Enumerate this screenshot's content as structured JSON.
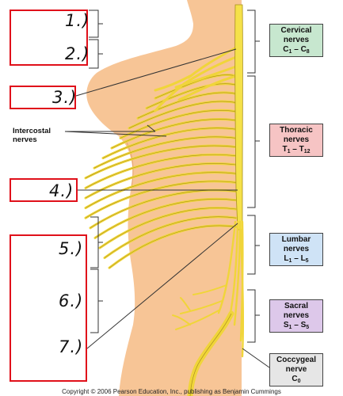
{
  "answer_boxes": [
    {
      "label": "1.)"
    },
    {
      "label": "2.)"
    },
    {
      "label": "3.)"
    },
    {
      "label": "4.)"
    },
    {
      "label": "5.)"
    },
    {
      "label": "6.)"
    },
    {
      "label": "7.)"
    }
  ],
  "intercostal_label": {
    "line1": "Intercostal",
    "line2": "nerves"
  },
  "regions": {
    "cervical": {
      "name": "Cervical",
      "word": "nerves",
      "range_start": "C",
      "sub_start": "1",
      "dash": " – ",
      "range_end": "C",
      "sub_end": "8",
      "color": "#c7e7cf"
    },
    "thoracic": {
      "name": "Thoracic",
      "word": "nerves",
      "range_start": "T",
      "sub_start": "1",
      "dash": " – ",
      "range_end": "T",
      "sub_end": "12",
      "color": "#f6c4c4"
    },
    "lumbar": {
      "name": "Lumbar",
      "word": "nerves",
      "range_start": "L",
      "sub_start": "1",
      "dash": " – ",
      "range_end": "L",
      "sub_end": "5",
      "color": "#cfe3f6"
    },
    "sacral": {
      "name": "Sacral",
      "word": "nerves",
      "range_start": "S",
      "sub_start": "1",
      "dash": " – ",
      "range_end": "S",
      "sub_end": "5",
      "color": "#ddc8ea"
    },
    "coccygeal": {
      "name": "Coccygeal",
      "word": "nerve",
      "range_start": "C",
      "sub_start": "0",
      "color": "#e6e6e6"
    }
  },
  "copyright": "Copyright © 2006 Pearson Education, Inc., publishing as Benjamin Cummings",
  "colors": {
    "skin": "#f7c596",
    "nerve": "#f5e14a",
    "nerve_edge": "#b59a14",
    "box_red": "#e0101a"
  }
}
